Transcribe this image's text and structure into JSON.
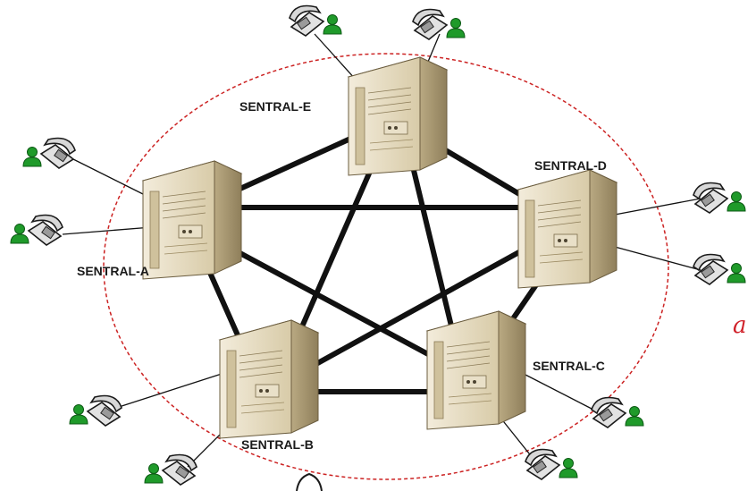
{
  "nodes": [
    {
      "id": "E",
      "label": "SENTRAL-E",
      "icon": "server-icon"
    },
    {
      "id": "D",
      "label": "SENTRAL-D",
      "icon": "server-icon"
    },
    {
      "id": "A",
      "label": "SENTRAL-A",
      "icon": "server-icon"
    },
    {
      "id": "C",
      "label": "SENTRAL-C",
      "icon": "server-icon"
    },
    {
      "id": "B",
      "label": "SENTRAL-B",
      "icon": "server-icon"
    }
  ],
  "topology": "full-mesh",
  "ring_style": "dashed",
  "corner_tag": "a",
  "colors": {
    "ring": "#cc2222",
    "link": "#111111",
    "server_body": "#e6dcc4",
    "user": "#1f9a2a",
    "tag": "#d0212a"
  },
  "endpoint_icon": "telephone-user-icon"
}
